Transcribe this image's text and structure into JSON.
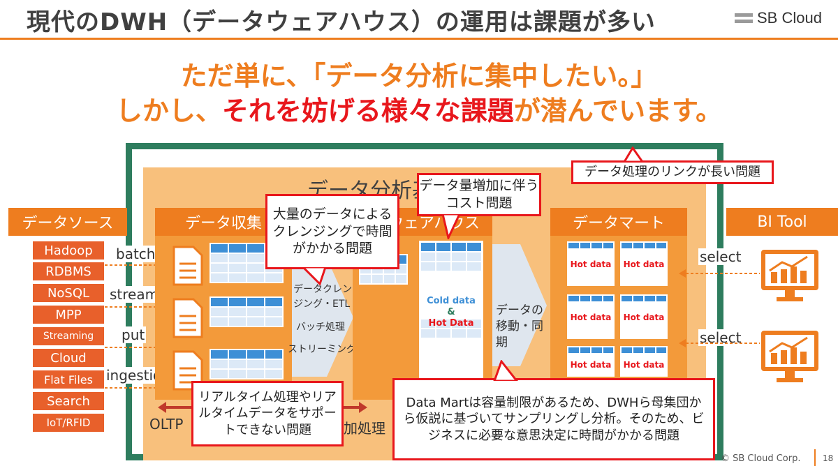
{
  "header": {
    "title": "現代のDWH（データウェアハウス）の運用は課題が多い",
    "logo_text": "SB Cloud"
  },
  "headline": {
    "line1": "ただ単に、「データ分析に集中したい。」",
    "line2_prefix": "しかし、",
    "line2_red": "それを妨げる様々な課題",
    "line2_suffix": "が潜んでいます。"
  },
  "diagram": {
    "frame_title": "データ分析基盤",
    "source_header": "データソース",
    "sources": [
      "Hadoop",
      "RDBMS",
      "NoSQL",
      "MPP",
      "Streaming",
      "Cloud",
      "Flat Files",
      "Search",
      "IoT/RFID"
    ],
    "ingest_labels": [
      "batch",
      "stream",
      "put",
      "ingestion"
    ],
    "collect_header": "データ収集",
    "dwh_header": "ウェアハウス",
    "processing_labels": [
      "データクレンジング・ETL",
      "バッチ処理",
      "ストリーミング"
    ],
    "cold_hot_line1": "Cold data",
    "cold_hot_amp": "&",
    "cold_hot_line2": "Hot Data",
    "move_label": "データの移動・同期",
    "mart_header": "データマート",
    "hot_label": "Hot data",
    "bi_header": "BI Tool",
    "select_label": "select",
    "oltp_label": "OLTP",
    "processing_bottom": "加処理",
    "colors": {
      "orange": "#ee7d1f",
      "red": "#e8171c",
      "green": "#2e7d5e",
      "blue": "#3d8fd6"
    }
  },
  "callouts": {
    "cleansing": "大量のデータによるクレンジングで時間がかかる問題",
    "cost": "データ量増加に伴うコスト問題",
    "link": "データ処理のリンクが長い問題",
    "realtime": "リアルタイム処理やリアルタイムデータをサポートできない問題",
    "datamart": "Data Martは容量制限があるため、DWHら母集団から仮説に基づいてサンプリングし分析。そのため、ビジネスに必要な意思決定に時間がかかる問題"
  },
  "footer": {
    "copyright": "© SB Cloud Corp.",
    "page": "18"
  }
}
